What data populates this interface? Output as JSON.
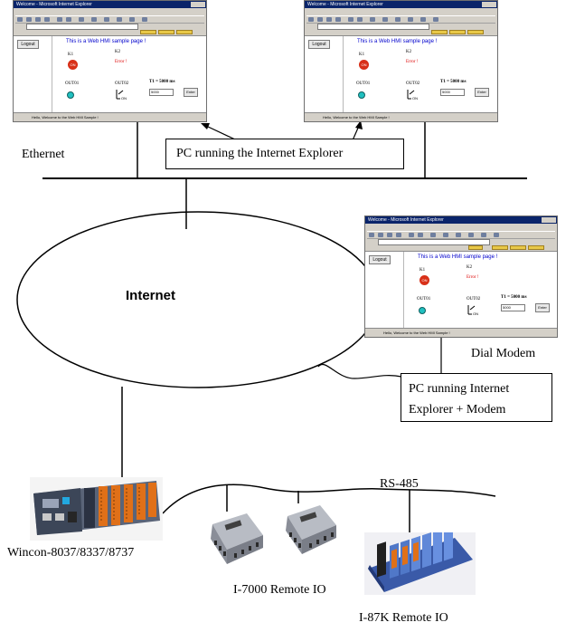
{
  "labels": {
    "ethernet": "Ethernet",
    "internet": "Internet",
    "dial_modem": "Dial Modem",
    "rs485": "RS-485",
    "wincon": "Wincon-8037/8337/8737",
    "i7000": "I-7000 Remote IO",
    "i87k": "I-87K Remote IO"
  },
  "boxes": {
    "pc_ie": "PC running the Internet Explorer",
    "pc_modem_line1": "PC running Internet",
    "pc_modem_line2": "Explorer + Modem"
  },
  "browser": {
    "window_title": "Welcome - Microsoft Internet Explorer",
    "page_title": "This is a Web HMI sample page !",
    "logout": "Logout",
    "k1": "K1",
    "k2": "K2",
    "on_label": "ON",
    "error_text": "Error !",
    "out01": "OUT01",
    "out02": "OUT02",
    "t1": "T1 = 5000 ms",
    "t1_input": "5000",
    "enter": "Enter",
    "status": "Hello, Welcome to the Web HMI Sample !"
  }
}
